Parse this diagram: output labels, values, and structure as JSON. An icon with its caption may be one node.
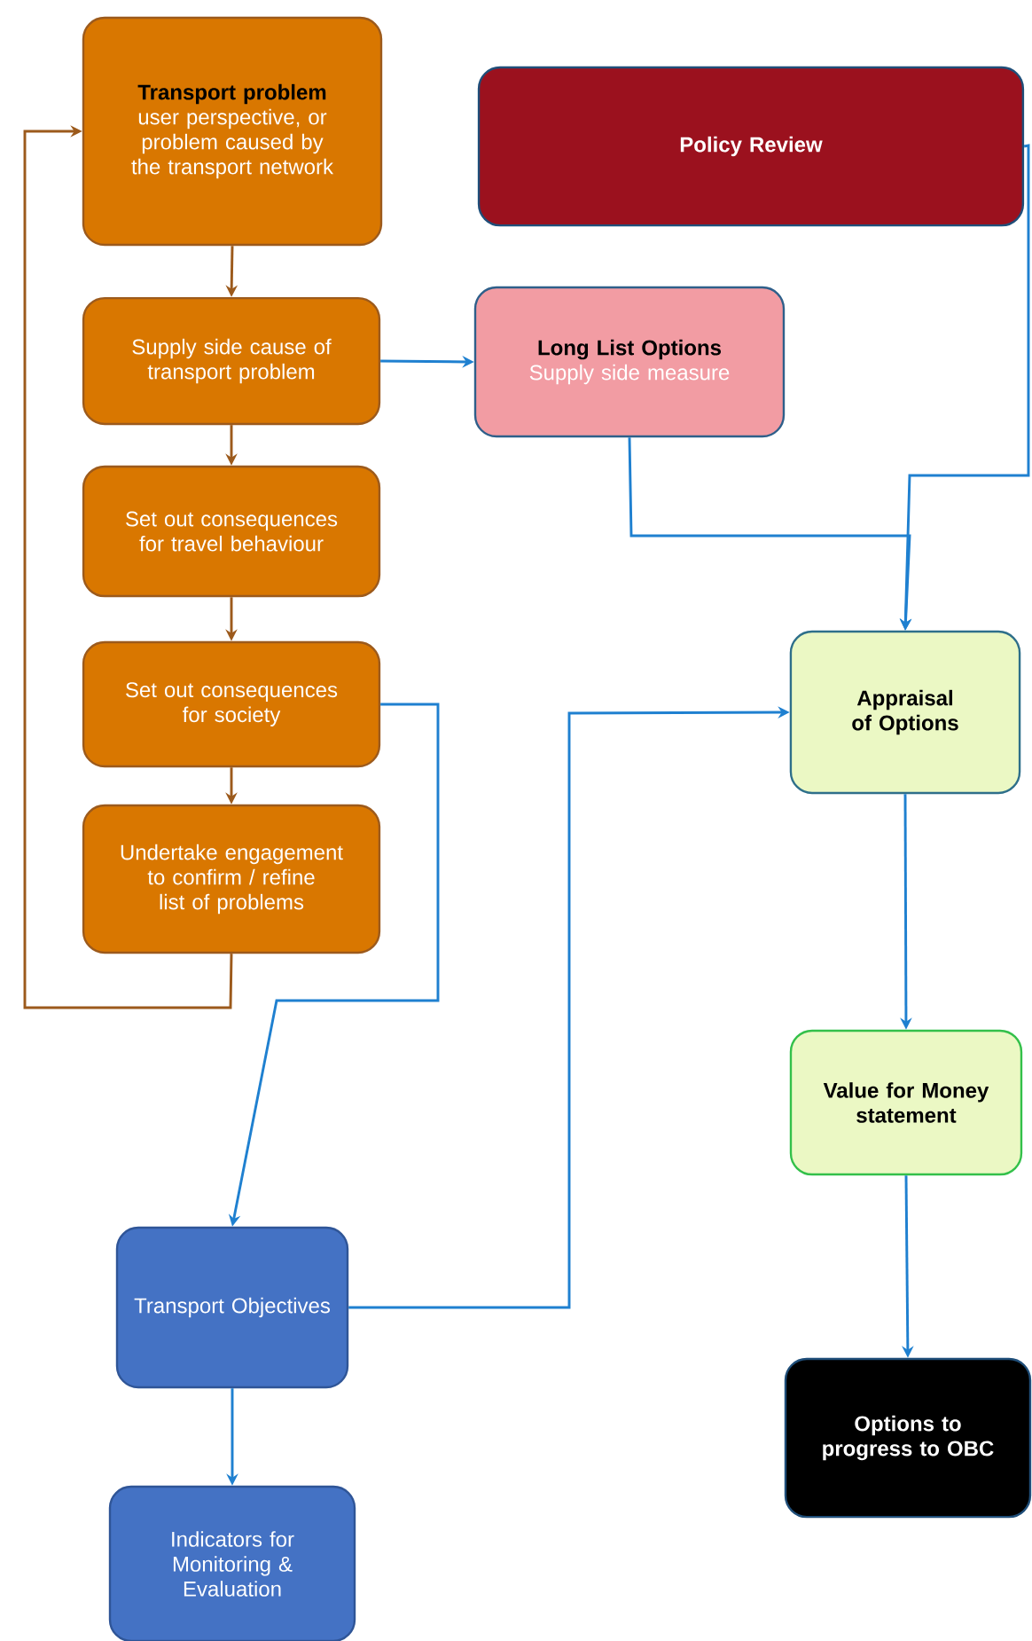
{
  "diagram": {
    "nodes": [
      {
        "text": [
          "Transport problem",
          "user perspective, or problem caused by the transport network"
        ]
      },
      {
        "text": [
          "Supply side cause of transport problem"
        ]
      },
      {
        "text": [
          "Set out consequences for travel behaviour"
        ]
      },
      {
        "text": [
          "Set out consequences for society"
        ]
      },
      {
        "text": [
          "Undertake engagement to confirm / refine list of problems"
        ]
      },
      {
        "text": [
          "Policy Review"
        ]
      },
      {
        "text": [
          "Long List Options",
          "Supply side measure"
        ]
      },
      {
        "text": [
          "Appraisal of Options"
        ]
      },
      {
        "text": [
          "Value for Money statement"
        ]
      },
      {
        "text": [
          "Transport Objectives"
        ]
      },
      {
        "text": [
          "Indicators for Monitoring & Evaluation"
        ]
      },
      {
        "text": [
          "Options to progress to OBC"
        ]
      }
    ],
    "edges": [
      {
        "from": 0,
        "to": 1,
        "arrow": "to",
        "color": "#9c5a1c"
      },
      {
        "from": 1,
        "to": 2,
        "arrow": "to",
        "color": "#9c5a1c"
      },
      {
        "from": 2,
        "to": 3,
        "arrow": "to",
        "color": "#9c5a1c"
      },
      {
        "from": 3,
        "to": 4,
        "arrow": "to",
        "color": "#9c5a1c"
      },
      {
        "from": 4,
        "to": 0,
        "arrow": "to",
        "color": "#9c5a1c"
      },
      {
        "from": 1,
        "to": 6,
        "arrow": "to"
      },
      {
        "from": 5,
        "to": 7,
        "arrow": "to"
      },
      {
        "from": 6,
        "to": 7,
        "arrow": "to"
      },
      {
        "from": 3,
        "to": 9,
        "arrow": "to"
      },
      {
        "from": 9,
        "to": 7,
        "arrow": "to"
      },
      {
        "from": 7,
        "to": 8,
        "arrow": "to"
      },
      {
        "from": 8,
        "to": 11,
        "arrow": "to"
      },
      {
        "from": 9,
        "to": 10,
        "arrow": "to"
      }
    ]
  }
}
